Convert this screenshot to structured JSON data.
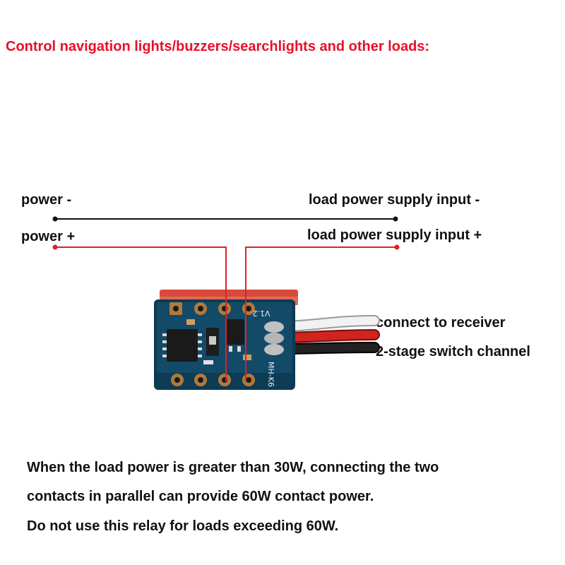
{
  "title": "Control navigation lights/buzzers/searchlights and other loads:",
  "labels": {
    "power_minus": "power -",
    "power_plus": "power +",
    "load_supply_minus": "load power supply input -",
    "load_supply_plus": "load power supply input +",
    "connect_receiver": "connect to receiver",
    "switch_channel": "2-stage switch channel"
  },
  "board": {
    "version_text": "V1.2",
    "model_text": "MH-K6"
  },
  "notes": [
    "When the load power is greater than 30W, connecting the two",
    "contacts in parallel can provide 60W contact power.",
    "Do not use this relay for loads exceeding 60W."
  ],
  "colors": {
    "title": "#e8102a",
    "wire_negative": "#111111",
    "wire_positive": "#e0202a",
    "pcb": "#0d3a52",
    "relay": "#d84a3a",
    "pad": "#b07a3a"
  }
}
